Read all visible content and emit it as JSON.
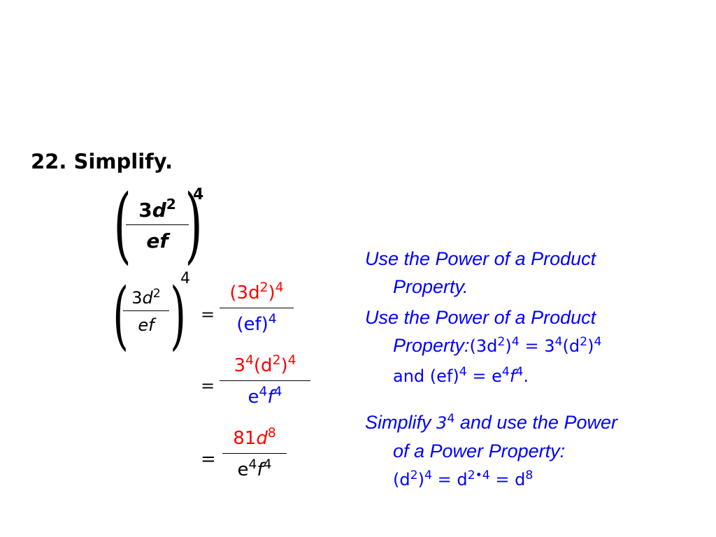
{
  "problem": {
    "heading": "22. Simplify."
  },
  "expression": {
    "numerator_coef": "3",
    "numerator_var": "d",
    "numerator_exp": "2",
    "denominator": "ef",
    "outer_exp": "4"
  },
  "steps": {
    "step1": {
      "num_text": "(3d",
      "num_exp": "2",
      "num_close": ")",
      "num_outer_exp": "4",
      "den_text": "(ef)",
      "den_exp": "4"
    },
    "step2": {
      "num_base": "3",
      "num_base_exp": "4",
      "num_paren": "(d",
      "num_paren_exp": "2",
      "num_close": ")",
      "num_outer_exp": "4",
      "den_e": "e",
      "den_e_exp": "4",
      "den_f": "f",
      "den_f_exp": "4"
    },
    "step3": {
      "num_coef": "81",
      "num_var": "d",
      "num_exp": "8",
      "den_e": "e",
      "den_e_exp": "4",
      "den_f": "f",
      "den_f_exp": "4"
    },
    "equals": "="
  },
  "notes": {
    "note1_line1": "Use the Power of a Product",
    "note1_line2": "Property.",
    "note2_line1": "Use the Power  of a Product",
    "note2_line2": "Property:",
    "note2_math1": "(3d",
    "note2_math1_exp": "2",
    "note2_math1_close": ")",
    "note2_math1_outer": "4",
    "note2_eq": "=",
    "note2_math2_base": "3",
    "note2_math2_exp": "4",
    "note2_math2_paren": "(d",
    "note2_math2_paren_exp": "2",
    "note2_math2_close": ")",
    "note2_math2_outer": "4",
    "note2_and": "and (ef)",
    "note2_and_exp": "4",
    "note2_e": "e",
    "note2_e_exp": "4",
    "note2_f": "f",
    "note2_f_exp": "4",
    "note2_period": ".",
    "note3_word": "Simplify",
    "note3_base": "3",
    "note3_base_exp": "4",
    "note3_rest": "and use the Power",
    "note3_line2": "of a Power Property:",
    "note3_m1": "(d",
    "note3_m1_exp": "2",
    "note3_m1_close": ")",
    "note3_m1_outer": "4",
    "note3_m2": "d",
    "note3_m2_exp": "2•4",
    "note3_m3": "d",
    "note3_m3_exp": "8"
  }
}
